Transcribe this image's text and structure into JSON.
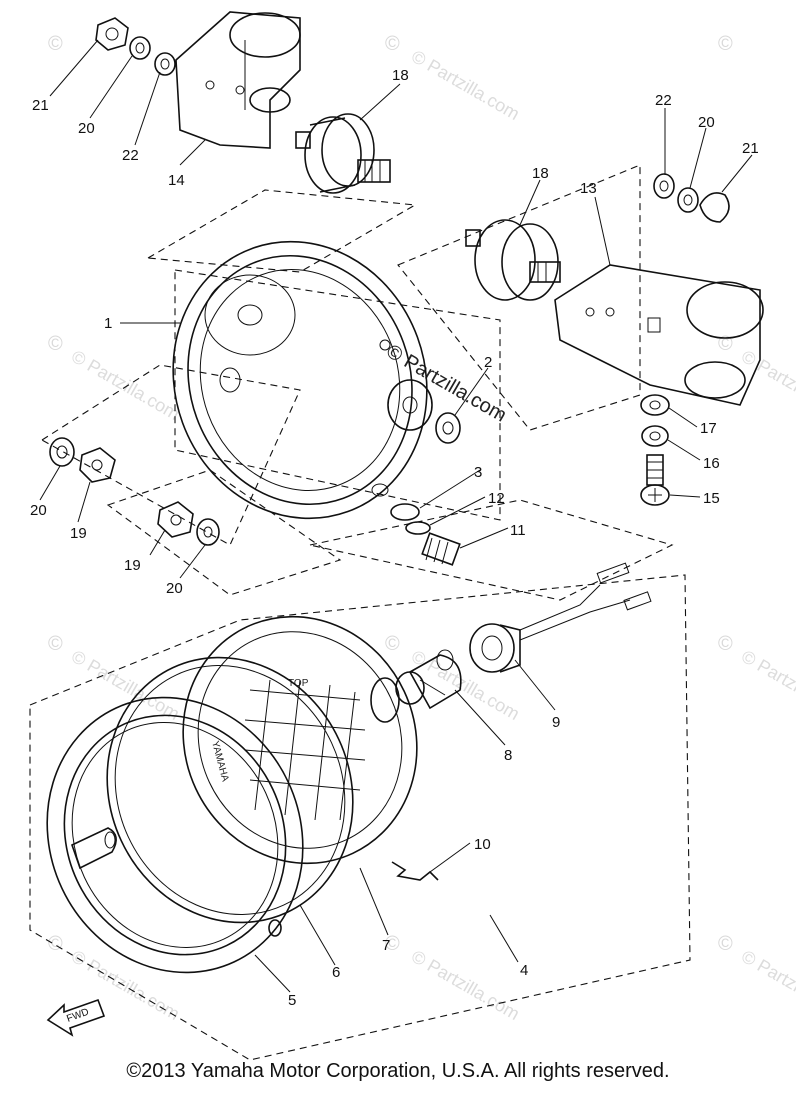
{
  "watermarks": {
    "circle_c": "©",
    "site": "© Partzilla.com",
    "center": "© Partzilla.com"
  },
  "part_labels": {
    "p1": "1",
    "p2": "2",
    "p3": "3",
    "p4": "4",
    "p5": "5",
    "p6": "6",
    "p7": "7",
    "p8": "8",
    "p9": "9",
    "p10": "10",
    "p11": "11",
    "p12": "12",
    "p13": "13",
    "p14": "14",
    "p15": "15",
    "p16": "16",
    "p17": "17",
    "p18a": "18",
    "p18b": "18",
    "p19a": "19",
    "p19b": "19",
    "p20a": "20",
    "p20b": "20",
    "p20c": "20",
    "p20d": "20",
    "p21a": "21",
    "p21b": "21",
    "p22a": "22",
    "p22b": "22"
  },
  "lens_text": {
    "top": "TOP",
    "brand": "YAMAHA"
  },
  "fwd_arrow": "FWD",
  "copyright": "©2013 Yamaha Motor Corporation, U.S.A. All rights reserved."
}
